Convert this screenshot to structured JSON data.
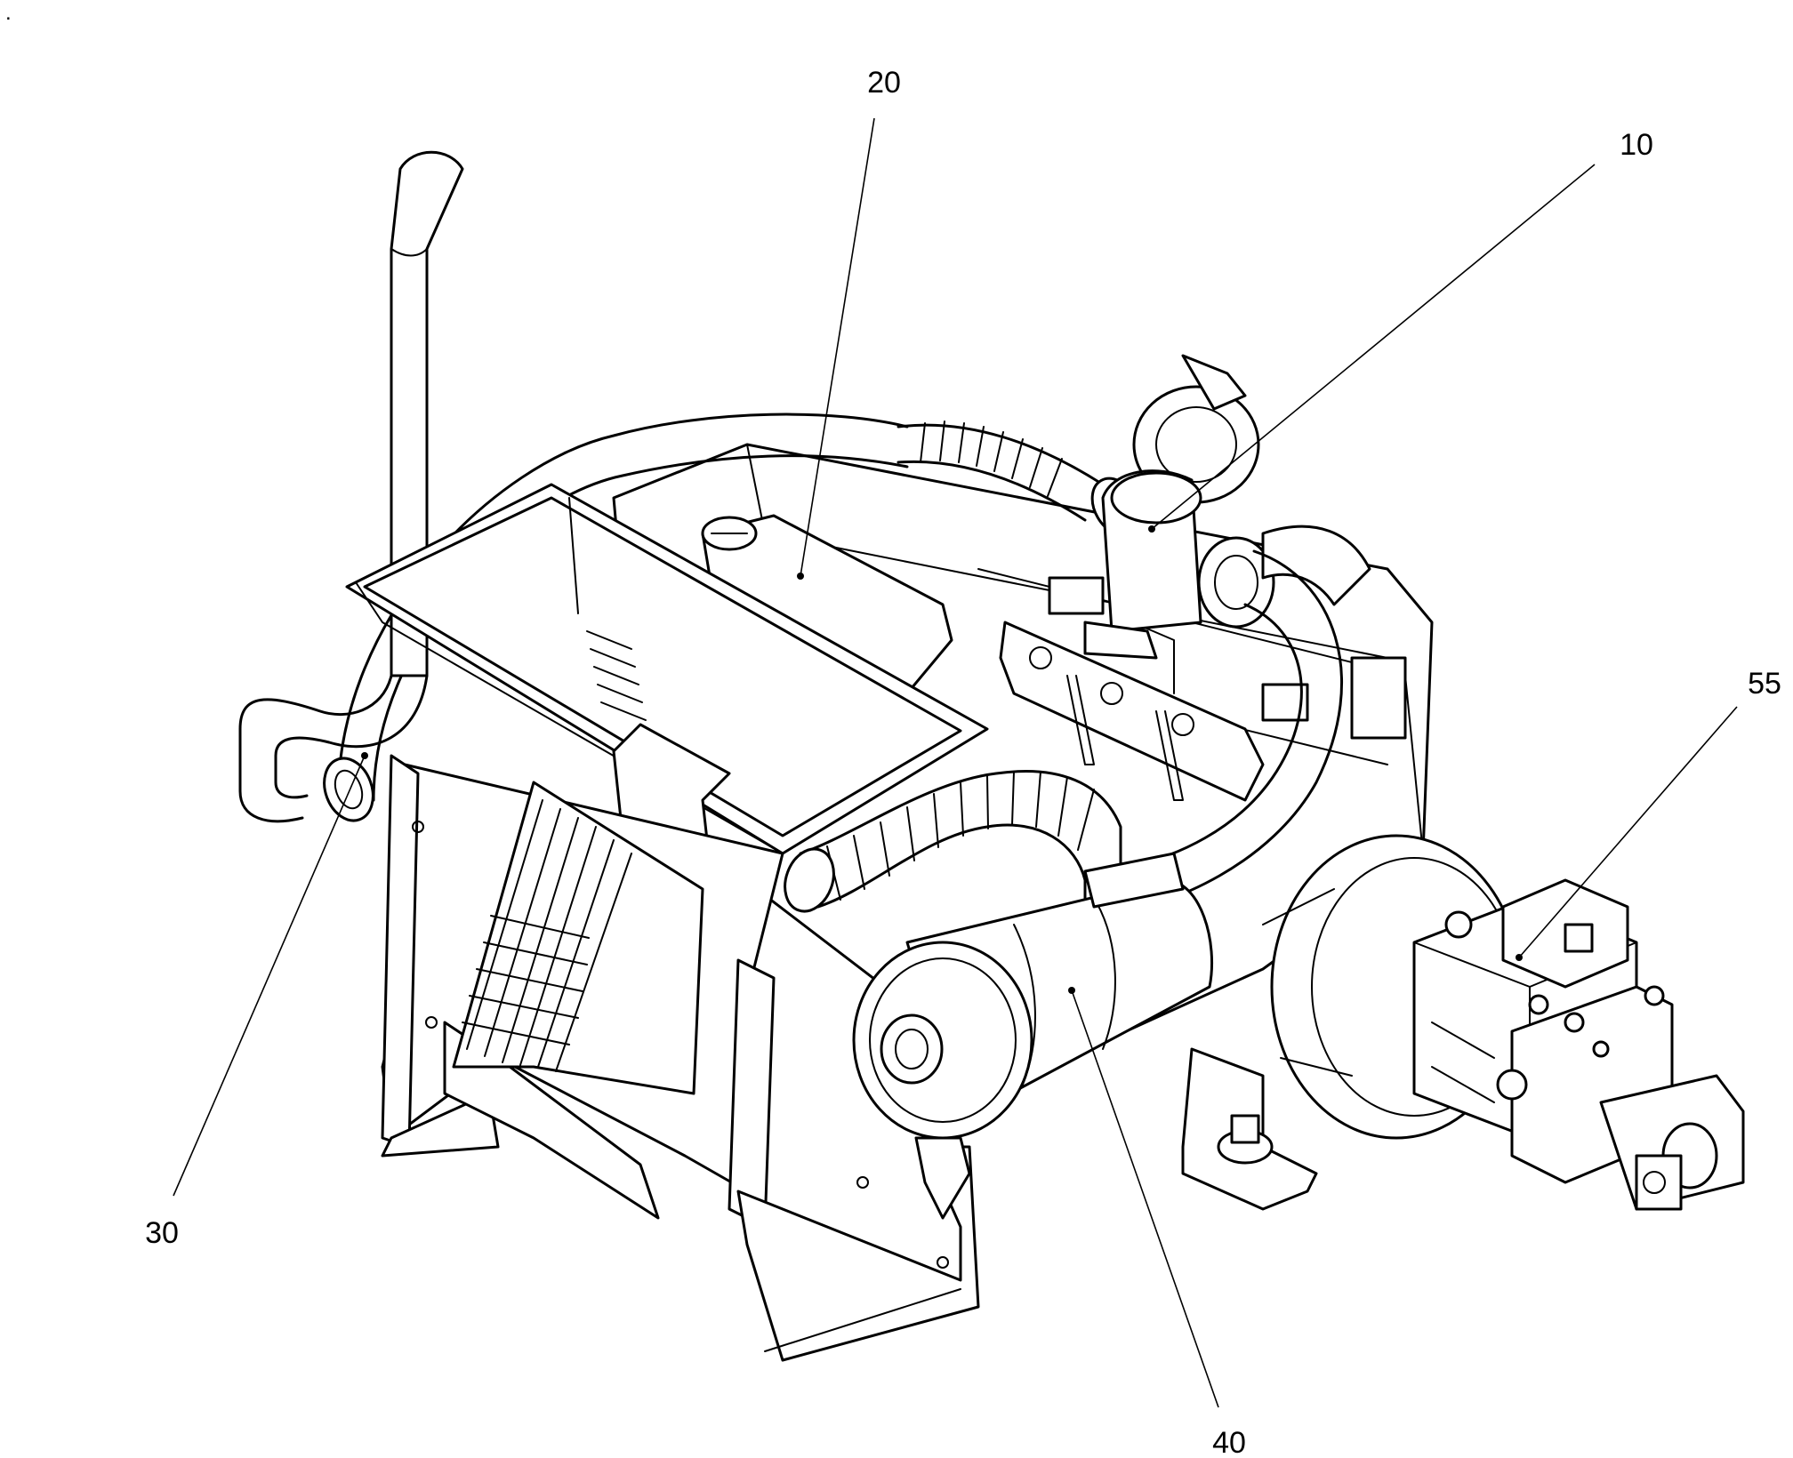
{
  "callouts": [
    {
      "id": "20",
      "label": "20"
    },
    {
      "id": "10",
      "label": "10"
    },
    {
      "id": "55",
      "label": "55"
    },
    {
      "id": "30",
      "label": "30"
    },
    {
      "id": "40",
      "label": "40"
    }
  ],
  "corner_mark": "."
}
